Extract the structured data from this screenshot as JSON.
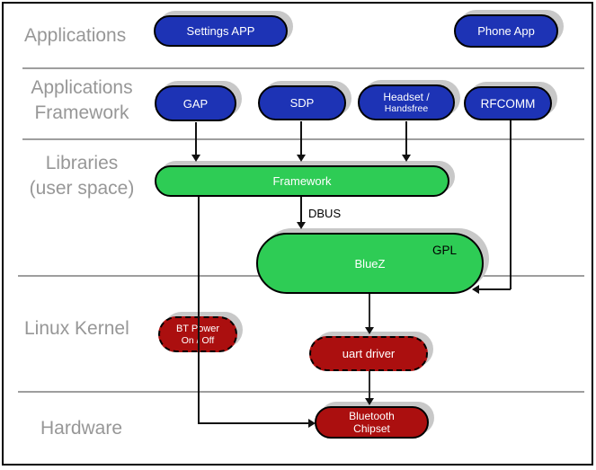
{
  "layers": {
    "applications": {
      "line1": "Applications"
    },
    "app_framework": {
      "line1": "Applications",
      "line2": "Framework"
    },
    "libraries": {
      "line1": "Libraries",
      "line2": "(user space)"
    },
    "linux_kernel": {
      "line1": "Linux Kernel"
    },
    "hardware": {
      "line1": "Hardware"
    }
  },
  "nodes": {
    "settings_app": {
      "label": "Settings APP"
    },
    "phone_app": {
      "label": "Phone App"
    },
    "gap": {
      "label": "GAP"
    },
    "sdp": {
      "label": "SDP"
    },
    "headset": {
      "line1": "Headset /",
      "line2": "Handsfree"
    },
    "rfcomm": {
      "label": "RFCOMM"
    },
    "framework": {
      "label": "Framework"
    },
    "bluez": {
      "label": "BlueZ",
      "badge": "GPL"
    },
    "bt_power": {
      "line1": "BT Power",
      "line2": "On / Off"
    },
    "uart_driver": {
      "label": "uart driver"
    },
    "bluetooth_chipset": {
      "line1": "Bluetooth",
      "line2": "Chipset"
    }
  },
  "edges": {
    "dbus_label": "DBUS"
  },
  "colors": {
    "app_blue": "#1d33b5",
    "lib_green": "#2ecc55",
    "kernel_red": "#ab0f0f",
    "shadow_gray": "#c8c8c8",
    "layer_label_gray": "#979797",
    "separator_gray": "#9e9e9e",
    "line_black": "#111111"
  }
}
